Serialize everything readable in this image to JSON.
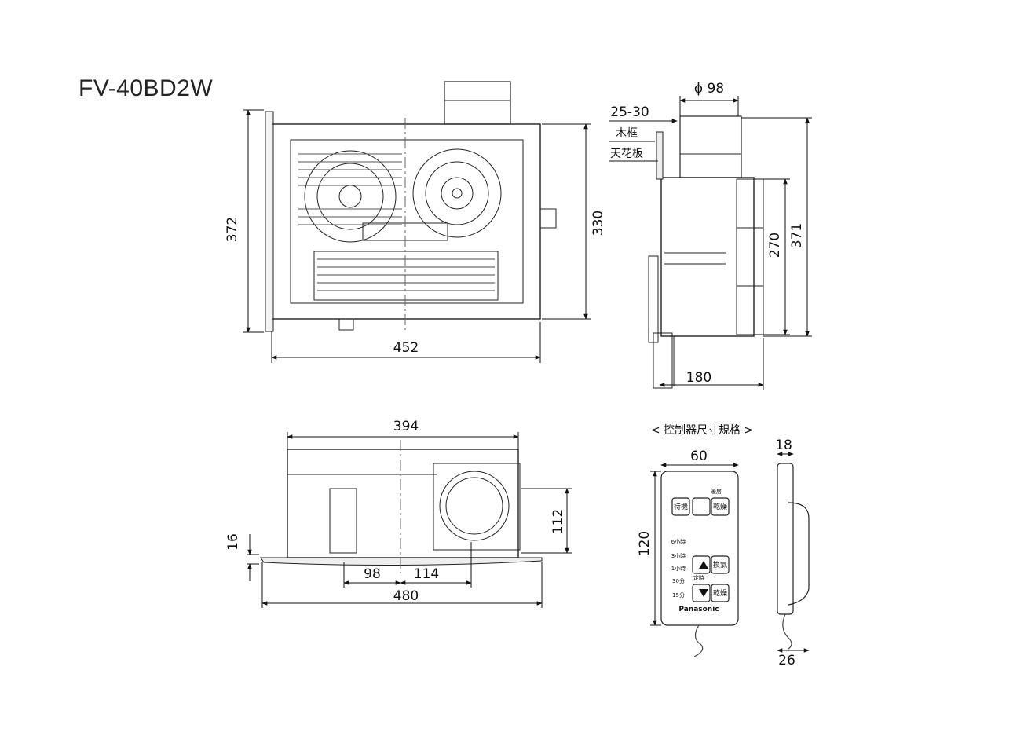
{
  "model": "FV-40BD2W",
  "front_view": {
    "width_label": "452",
    "height_label": "372",
    "inner_height_label": "330"
  },
  "side_view": {
    "duct_diameter_label": "ϕ 98",
    "frame_range_label": "25-30",
    "wood_frame_label": "木框",
    "ceiling_board_label": "天花板",
    "inner_height_label": "270",
    "height_label": "371",
    "depth_label": "180"
  },
  "bottom_view": {
    "width_label": "394",
    "panel_label": "16",
    "duct_height_label": "112",
    "offset_a_label": "98",
    "offset_b_label": "114",
    "total_width_label": "480"
  },
  "controller": {
    "caption": "< 控制器尺寸規格 >",
    "width_label": "60",
    "height_label": "120",
    "depth_top_label": "18",
    "depth_bottom_label": "26",
    "brand": "Panasonic",
    "buttons": {
      "standby": "待機",
      "dry": "乾燥",
      "fan": "換氣",
      "dry2": "乾燥"
    },
    "small_labels": {
      "warm_top": "暖房",
      "timer": "定時",
      "t6": "6小時",
      "t3": "3小時",
      "t1": "1小時",
      "t30": "30分",
      "t15": "15分"
    }
  }
}
